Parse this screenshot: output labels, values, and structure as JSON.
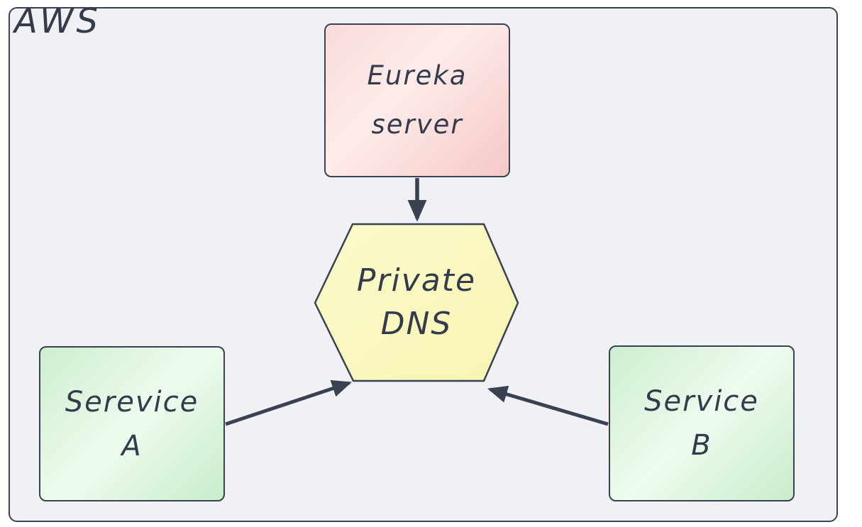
{
  "diagram": {
    "container_label": "AWS",
    "nodes": {
      "eureka_server": {
        "line1": "Eureka",
        "line2": "server",
        "shape": "rounded-rect",
        "fill": "#f6c8c8"
      },
      "private_dns": {
        "line1": "Private",
        "line2": "DNS",
        "shape": "hexagon",
        "fill": "#faf8c1"
      },
      "service_a": {
        "line1": "Serevice",
        "line2": "A",
        "shape": "rounded-rect",
        "fill": "#cdeecd"
      },
      "service_b": {
        "line1": "Service",
        "line2": "B",
        "shape": "rounded-rect",
        "fill": "#cdeecd"
      }
    },
    "edges": [
      {
        "from": "eureka_server",
        "to": "private_dns",
        "direction": "down"
      },
      {
        "from": "service_a",
        "to": "private_dns",
        "direction": "up-right"
      },
      {
        "from": "service_b",
        "to": "private_dns",
        "direction": "up-left"
      }
    ],
    "colors": {
      "stroke": "#3a4150",
      "text": "#343b4a",
      "container_fill": "#eff1f4",
      "canvas_bg": "#ffffff",
      "eureka_fill_light": "#fdeceb",
      "eureka_fill_dark": "#f6c8c8",
      "dns_fill": "#faf8c1",
      "service_fill_light": "#eefbef",
      "service_fill_dark": "#cdeecd"
    }
  }
}
